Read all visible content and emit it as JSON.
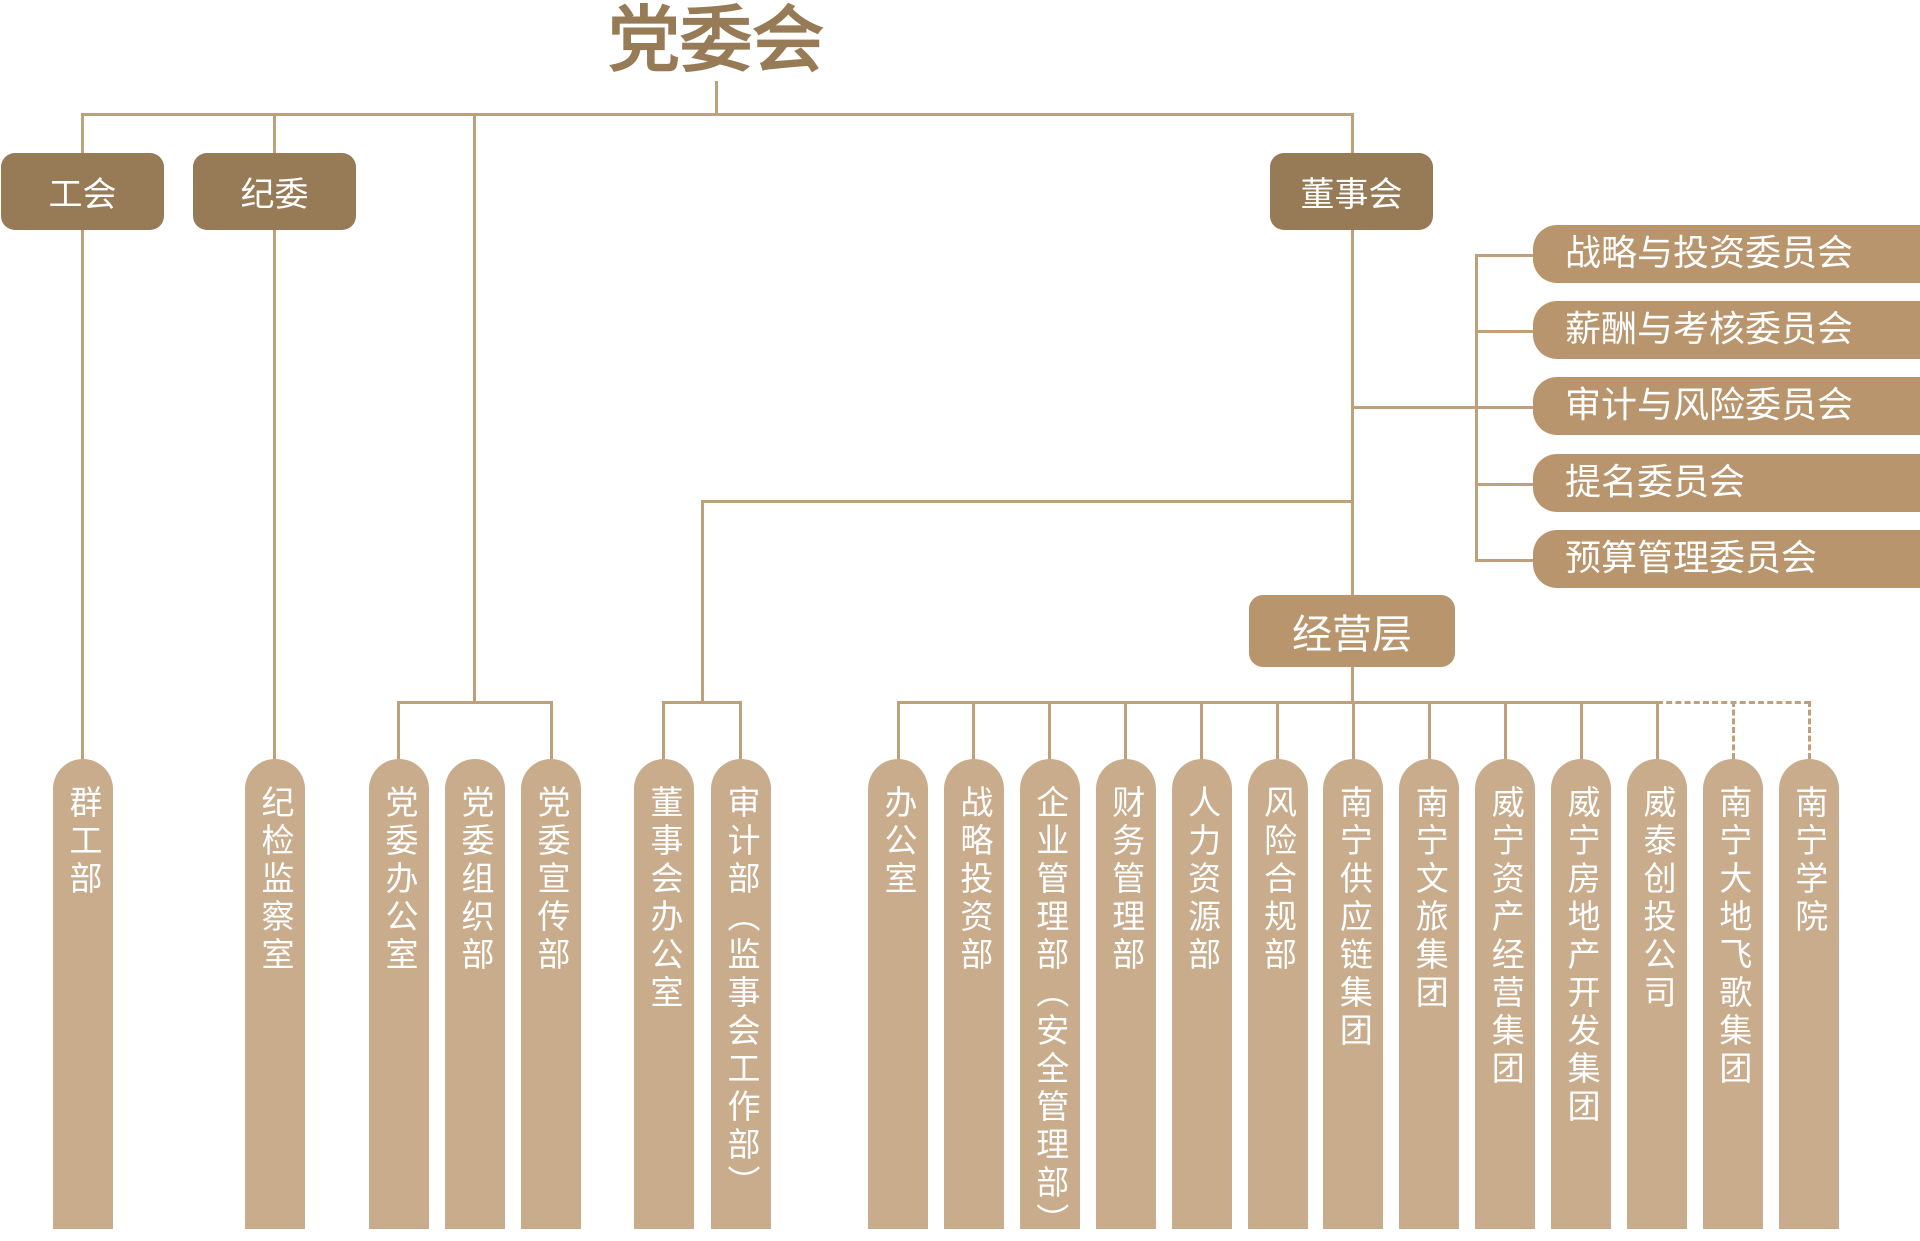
{
  "title": "党委会",
  "top": {
    "union": "工会",
    "discipline": "纪委",
    "board": "董事会"
  },
  "committees": [
    "战略与投资委员会",
    "薪酬与考核委员会",
    "审计与风险委员会",
    "提名委员会",
    "预算管理委员会"
  ],
  "management": "经营层",
  "party_departments": [
    "群工部",
    "纪检监察室",
    "党委办公室",
    "党委组织部",
    "党委宣传部"
  ],
  "board_departments": [
    "董事会办公室",
    "审计部（监事会工作部）"
  ],
  "management_departments": [
    "办公室",
    "战略投资部",
    "企业管理部（安全管理部）",
    "财务管理部",
    "人力资源部",
    "风险合规部",
    "南宁供应链集团",
    "南宁文旅集团",
    "威宁资产经营集团",
    "威宁房地产开发集团",
    "威泰创投公司",
    "南宁大地飞歌集团",
    "南宁学院"
  ],
  "colors": {
    "dark": "#977a56",
    "medium": "#b8956c",
    "light": "#c8ac8c",
    "line": "#c0a07a"
  }
}
